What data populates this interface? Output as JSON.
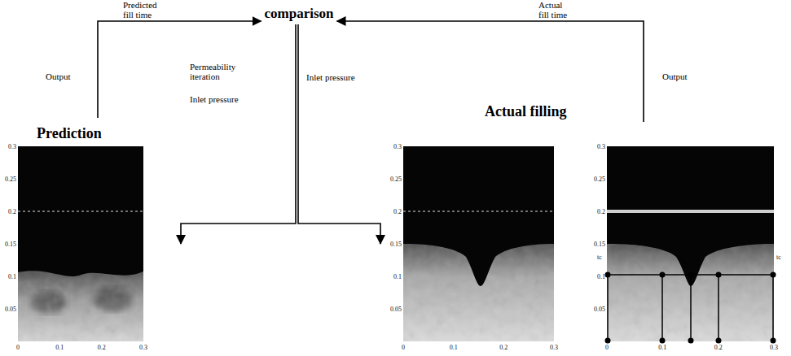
{
  "diagram": {
    "nodes": [
      {
        "text": [
          "comparison"
        ]
      },
      {
        "text": [
          "Prediction"
        ]
      },
      {
        "text": [
          "Actual filling"
        ]
      }
    ],
    "edges": [
      {
        "from": 1,
        "to": 0,
        "label": "Predicted fill time",
        "arrow": "to"
      },
      {
        "from": 2,
        "to": 0,
        "label": "Actual fill time",
        "arrow": "to"
      },
      {
        "from": 0,
        "to": 1,
        "label": "Permeability iteration",
        "arrow": "to"
      },
      {
        "from": 0,
        "to": 2,
        "label": "Inlet pressure",
        "arrow": "to"
      }
    ],
    "labels": [
      "Output",
      "Output",
      "Inlet pressure",
      "0.3",
      "0.25",
      "0.2",
      "0.15",
      "0.1",
      "0.05",
      "0",
      "0.1",
      "0.2",
      "0.3",
      "0.3",
      "0.25",
      "0.2",
      "0.15",
      "0.1",
      "0.05",
      "0",
      "0.1",
      "0.2",
      "0.3",
      "0.3",
      "0.25",
      "0.2",
      "0.15",
      "0.1",
      "0.05",
      "0",
      "0.1",
      "0.2",
      "0.3",
      "tc",
      "tc"
    ]
  }
}
